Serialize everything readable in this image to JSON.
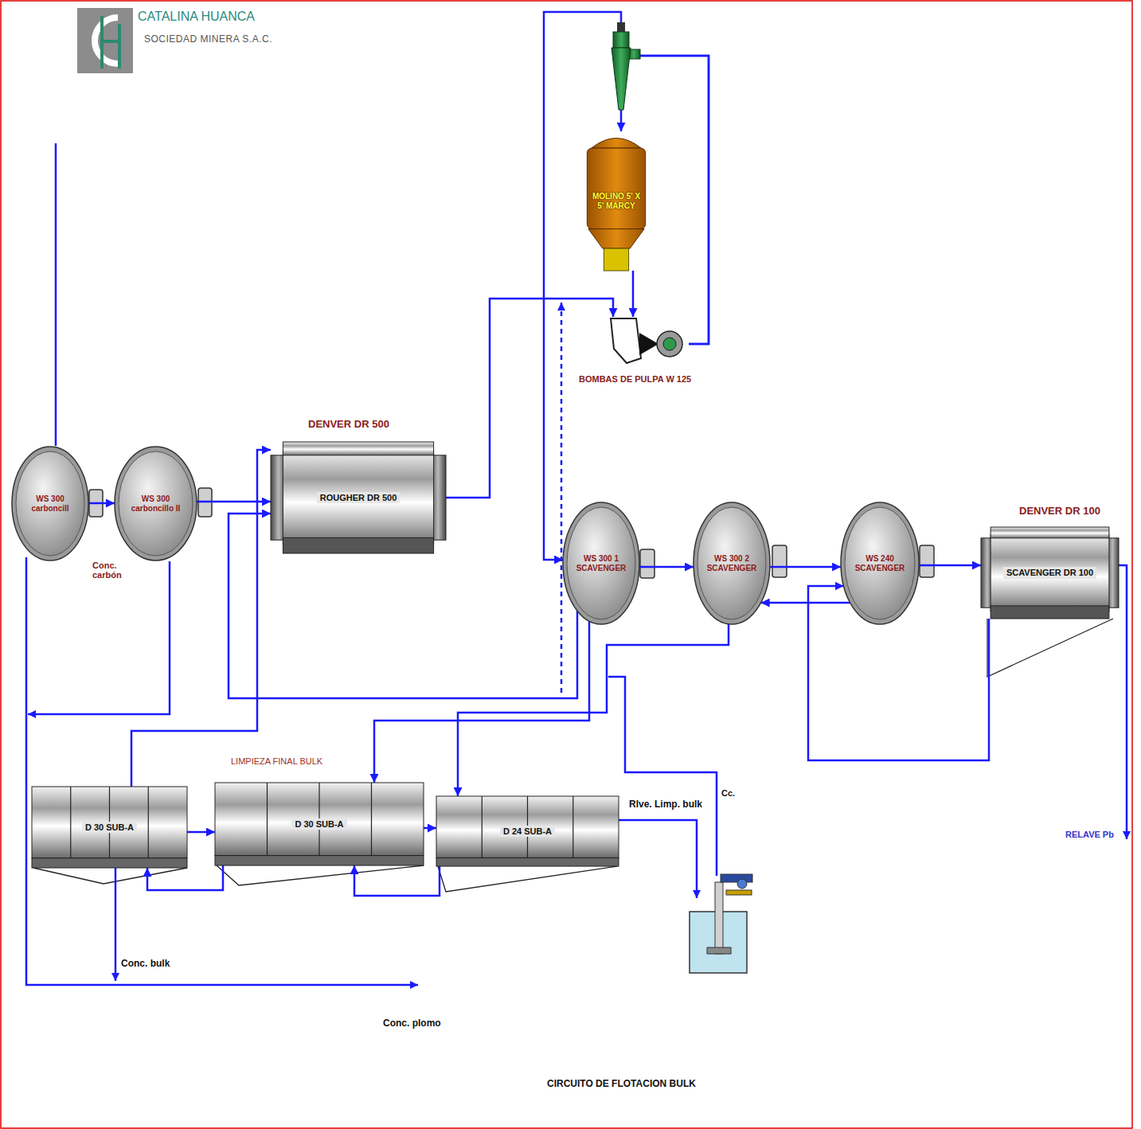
{
  "diagram": {
    "caption": "CIRCUITO DE FLOTACION BULK",
    "nodes": [
      {
        "text": [
          "WS 300 carboncill"
        ]
      },
      {
        "text": [
          "WS 300 carboncillo II"
        ]
      },
      {
        "text": [
          "DENVER DR 500",
          "ROUGHER DR 500"
        ]
      },
      {
        "text": [
          "MOLINO 5' X 5' MARCY"
        ]
      },
      {
        "text": [
          "BOMBAS DE PULPA W 125"
        ]
      },
      {
        "text": [
          "WS 300 1 SCAVENGER"
        ]
      },
      {
        "text": [
          "WS 300 2 SCAVENGER"
        ]
      },
      {
        "text": [
          "WS 240 SCAVENGER"
        ]
      },
      {
        "text": [
          "DENVER DR 100",
          "SCAVENGER DR 100"
        ]
      },
      {
        "text": [
          "D 30 SUB-A"
        ]
      },
      {
        "text": [
          "LIMPIEZA FINAL BULK",
          "D 30 SUB-A"
        ]
      },
      {
        "text": [
          "D 24 SUB-A"
        ]
      }
    ],
    "edges": [
      {
        "from": 0,
        "to": 1,
        "arrow": "to"
      },
      {
        "from": 1,
        "to": 2,
        "arrow": "to"
      },
      {
        "from": 2,
        "to": 4,
        "arrow": "to"
      },
      {
        "from": 3,
        "to": 4,
        "arrow": "to"
      },
      {
        "from": 4,
        "to": 3,
        "arrow": "to"
      },
      {
        "from": 4,
        "to": 5,
        "arrow": "to"
      },
      {
        "from": 5,
        "to": 6,
        "arrow": "to"
      },
      {
        "from": 6,
        "to": 7,
        "arrow": "to"
      },
      {
        "from": 7,
        "to": 8,
        "arrow": "to"
      },
      {
        "from": 8,
        "to": 7,
        "arrow": "to"
      },
      {
        "from": 7,
        "to": 6,
        "arrow": "to"
      },
      {
        "from": 5,
        "to": 2,
        "arrow": "to"
      },
      {
        "from": 5,
        "to": 10,
        "arrow": "to"
      },
      {
        "from": 6,
        "to": 11,
        "arrow": "to"
      },
      {
        "from": 9,
        "to": 2,
        "arrow": "to"
      },
      {
        "from": 9,
        "to": 10,
        "arrow": "to"
      },
      {
        "from": 10,
        "to": 11,
        "arrow": "to"
      },
      {
        "from": 11,
        "to": 10,
        "arrow": "to"
      },
      {
        "from": 10,
        "to": 9,
        "arrow": "to"
      }
    ],
    "labels": [
      "CATALINA HUANCA",
      "SOCIEDAD MINERA S.A.C.",
      "Conc. carbón",
      "Rlve. Limp. bulk",
      "Cc.",
      "RELAVE Pb",
      "Conc. bulk",
      "Conc. plomo"
    ]
  }
}
